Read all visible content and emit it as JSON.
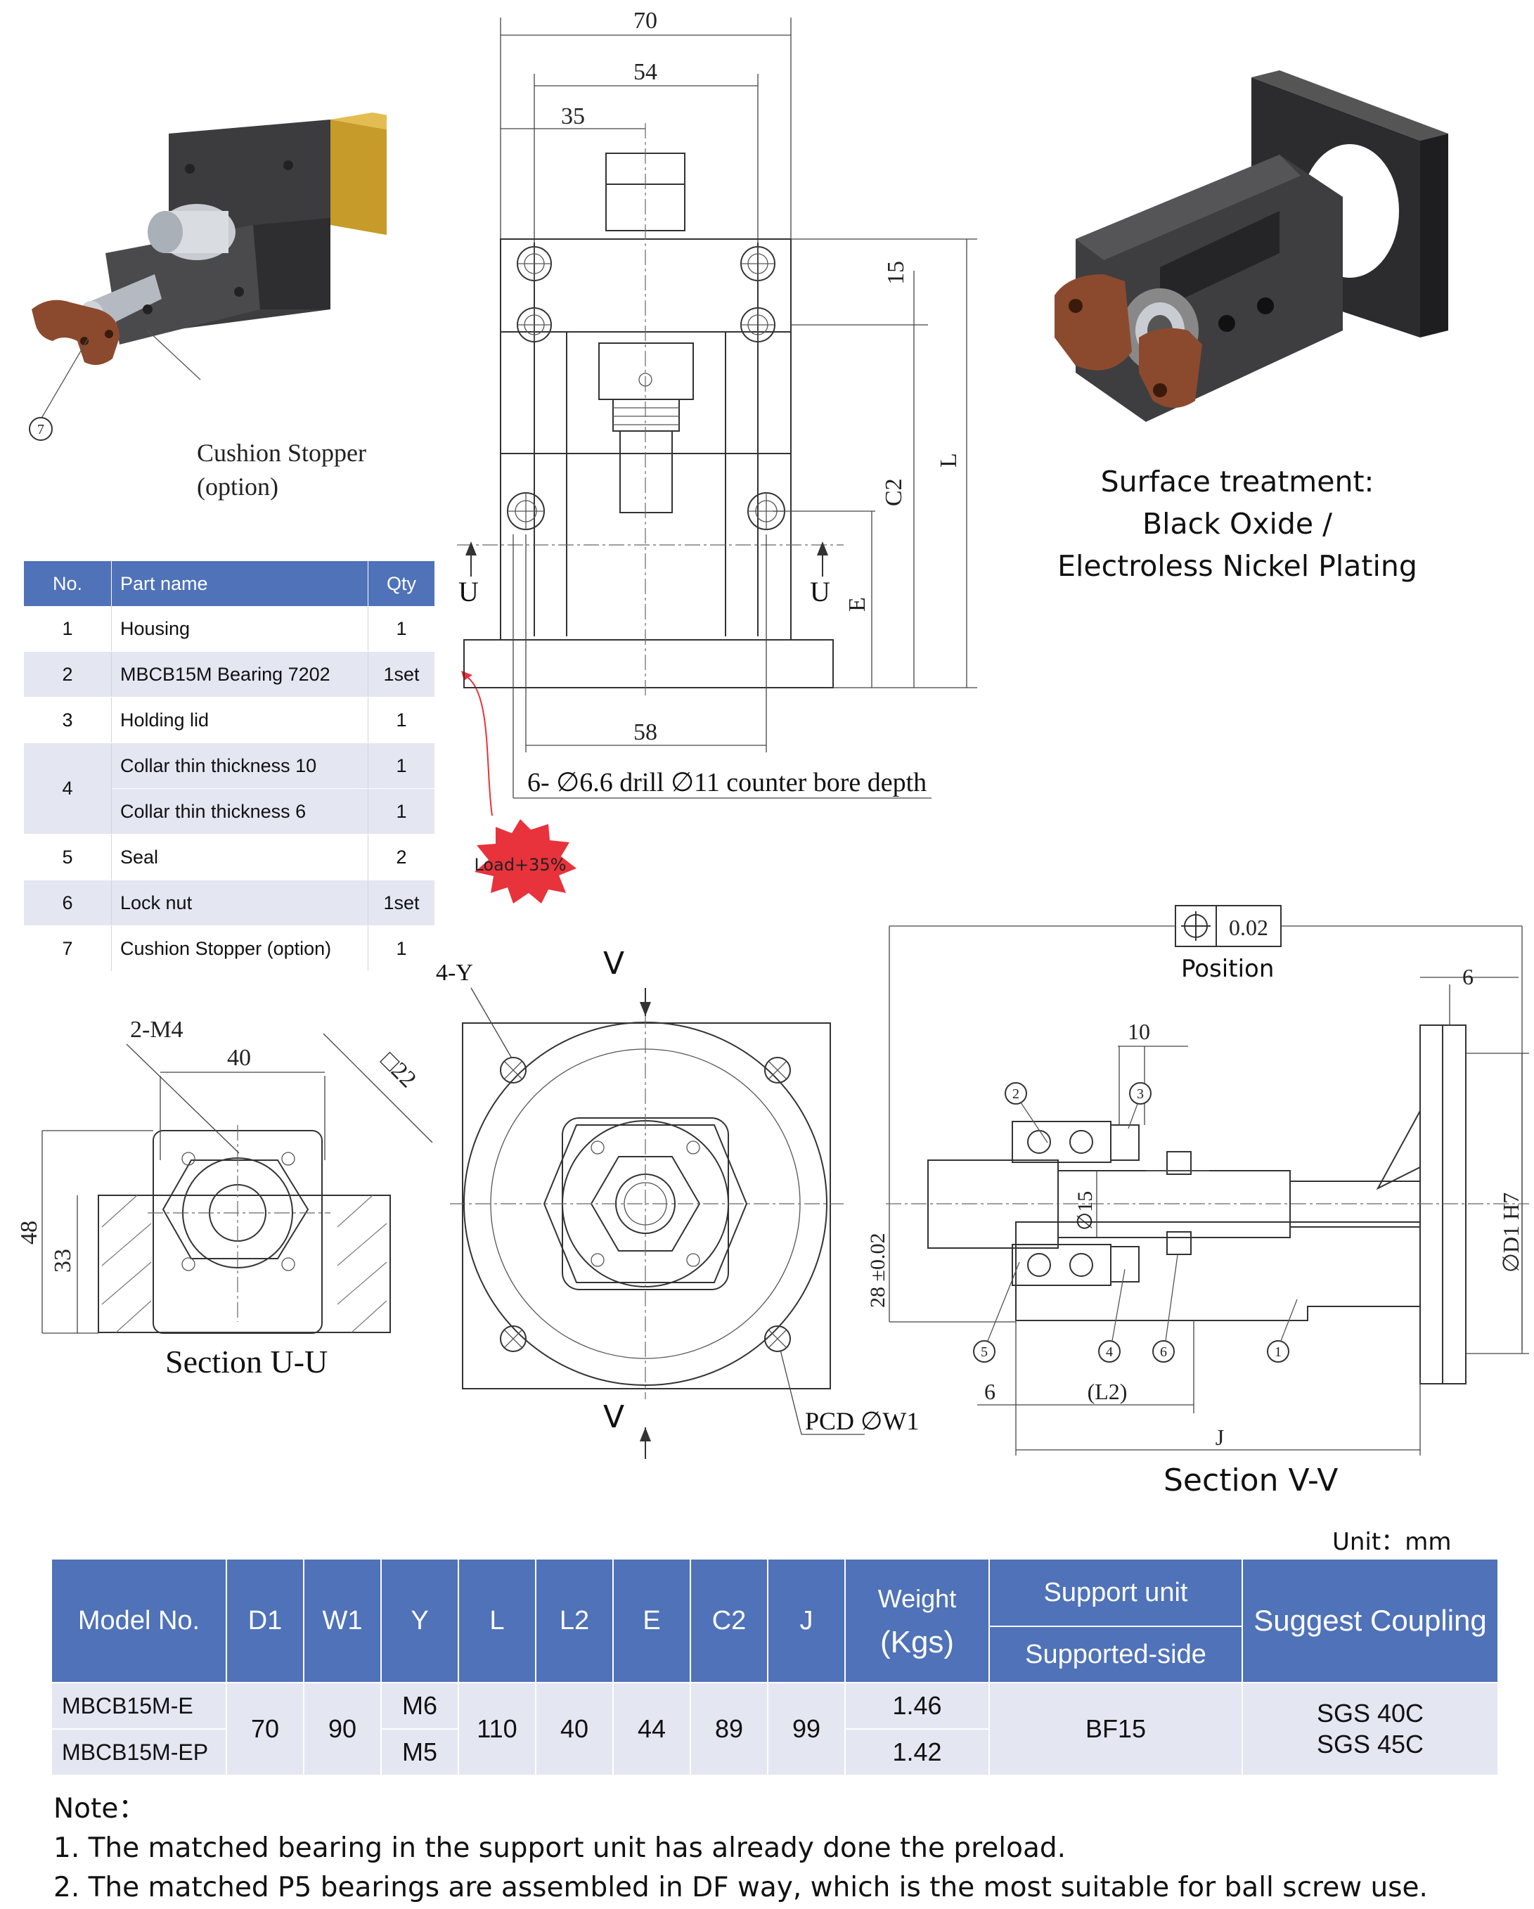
{
  "cushion_label": [
    "Cushion Stopper",
    "(option)"
  ],
  "callout_7": "7",
  "surface": [
    "Surface treatment:",
    "Black Oxide /",
    "Electroless Nickel Plating"
  ],
  "parts_table": {
    "headers": [
      "No.",
      "Part name",
      "Qty"
    ],
    "rows": [
      {
        "no": "1",
        "name": "Housing",
        "qty": "1"
      },
      {
        "no": "2",
        "name": "MBCB15M Bearing 7202",
        "qty": "1set"
      },
      {
        "no": "3",
        "name": "Holding lid",
        "qty": "1"
      },
      {
        "no": "4",
        "name": "Collar thin thickness 10",
        "qty": "1"
      },
      {
        "no": "",
        "name": "Collar thin thickness 6",
        "qty": "1"
      },
      {
        "no": "5",
        "name": "Seal",
        "qty": "2"
      },
      {
        "no": "6",
        "name": "Lock nut",
        "qty": "1set"
      },
      {
        "no": "7",
        "name": "Cushion Stopper (option)",
        "qty": "1"
      }
    ]
  },
  "load_badge": "Load+35%",
  "top_view": {
    "dim_70": "70",
    "dim_54": "54",
    "dim_35": "35",
    "dim_15": "15",
    "dim_C2": "C2",
    "dim_L": "L",
    "dim_E": "E",
    "dim_58": "58",
    "section_mark": "U",
    "drill_note": "6- ∅6.6 drill  ∅11 counter bore depth"
  },
  "section_uu": {
    "title": "Section U-U",
    "dim_2m4": "2-M4",
    "dim_40": "40",
    "dim_sq22": "□22",
    "dim_48": "48",
    "dim_33": "33"
  },
  "front_view": {
    "dim_4y": "4-Y",
    "section_mark": "V",
    "pcd": "PCD ∅W1"
  },
  "section_vv": {
    "title": "Section V-V",
    "tolerance": "0.02",
    "position": "Position",
    "dim_6_top": "6",
    "dim_10": "10",
    "dim_phi15": "∅15",
    "dim_28": "28 ±0.02",
    "dim_d1": "∅D1 H7",
    "dim_6_bottom": "6",
    "dim_l2": "(L2)",
    "dim_j": "J",
    "callouts": [
      "2",
      "3",
      "5",
      "4",
      "6",
      "1"
    ]
  },
  "unit": "Unit：mm",
  "spec_table": {
    "headers": {
      "model": "Model No.",
      "d1": "D1",
      "w1": "W1",
      "y": "Y",
      "l": "L",
      "l2": "L2",
      "e": "E",
      "c2": "C2",
      "j": "J",
      "weight": "Weight",
      "weight_unit": "(Kgs)",
      "support_unit": "Support unit",
      "supported_side": "Supported-side",
      "coupling": "Suggest Coupling"
    },
    "models": [
      "MBCB15M-E",
      "MBCB15M-EP"
    ],
    "d1": "70",
    "w1": "90",
    "y": [
      "M6",
      "M5"
    ],
    "l": "110",
    "l2": "40",
    "e": "44",
    "c2": "89",
    "j": "99",
    "weight": [
      "1.46",
      "1.42"
    ],
    "support": "BF15",
    "coupling": [
      "SGS 40C",
      "SGS 45C"
    ]
  },
  "notes": {
    "title": "Note：",
    "items": [
      "1. The matched bearing in the support unit has already done the preload.",
      "2. The matched P5 bearings are assembled in DF way, which is the most suitable for ball screw use."
    ]
  },
  "colors": {
    "header_blue": "#4f72b8",
    "row_tint": "#e4e6f2",
    "housing_dark": "#3c3c3e",
    "motor_gold": "#c79b2a",
    "stopper_brown": "#8b4a2e",
    "badge_red": "#e8323c"
  }
}
